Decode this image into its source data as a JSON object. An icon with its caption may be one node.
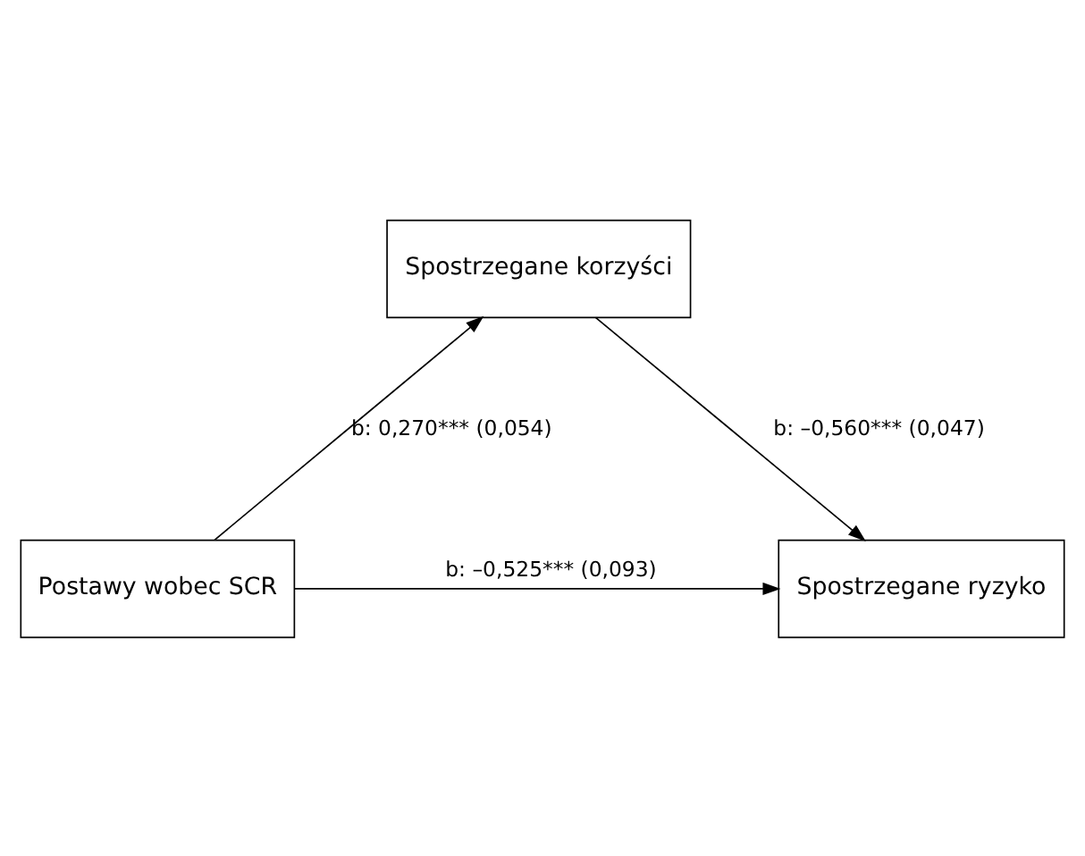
{
  "diagram": {
    "nodes": [
      {
        "text": [
          "Spostrzegane korzyści"
        ]
      },
      {
        "text": [
          "Postawy wobec SCR"
        ]
      },
      {
        "text": [
          "Spostrzegane ryzyko"
        ]
      }
    ],
    "edges": [
      {
        "from": 1,
        "to": 0,
        "arrow": "to",
        "label": "b: 0,270*** (0,054)"
      },
      {
        "from": 0,
        "to": 2,
        "arrow": "to",
        "label": "b: –0,560*** (0,047)"
      },
      {
        "from": 1,
        "to": 2,
        "arrow": "to",
        "label": "b: –0,525*** (0,093)"
      }
    ]
  }
}
